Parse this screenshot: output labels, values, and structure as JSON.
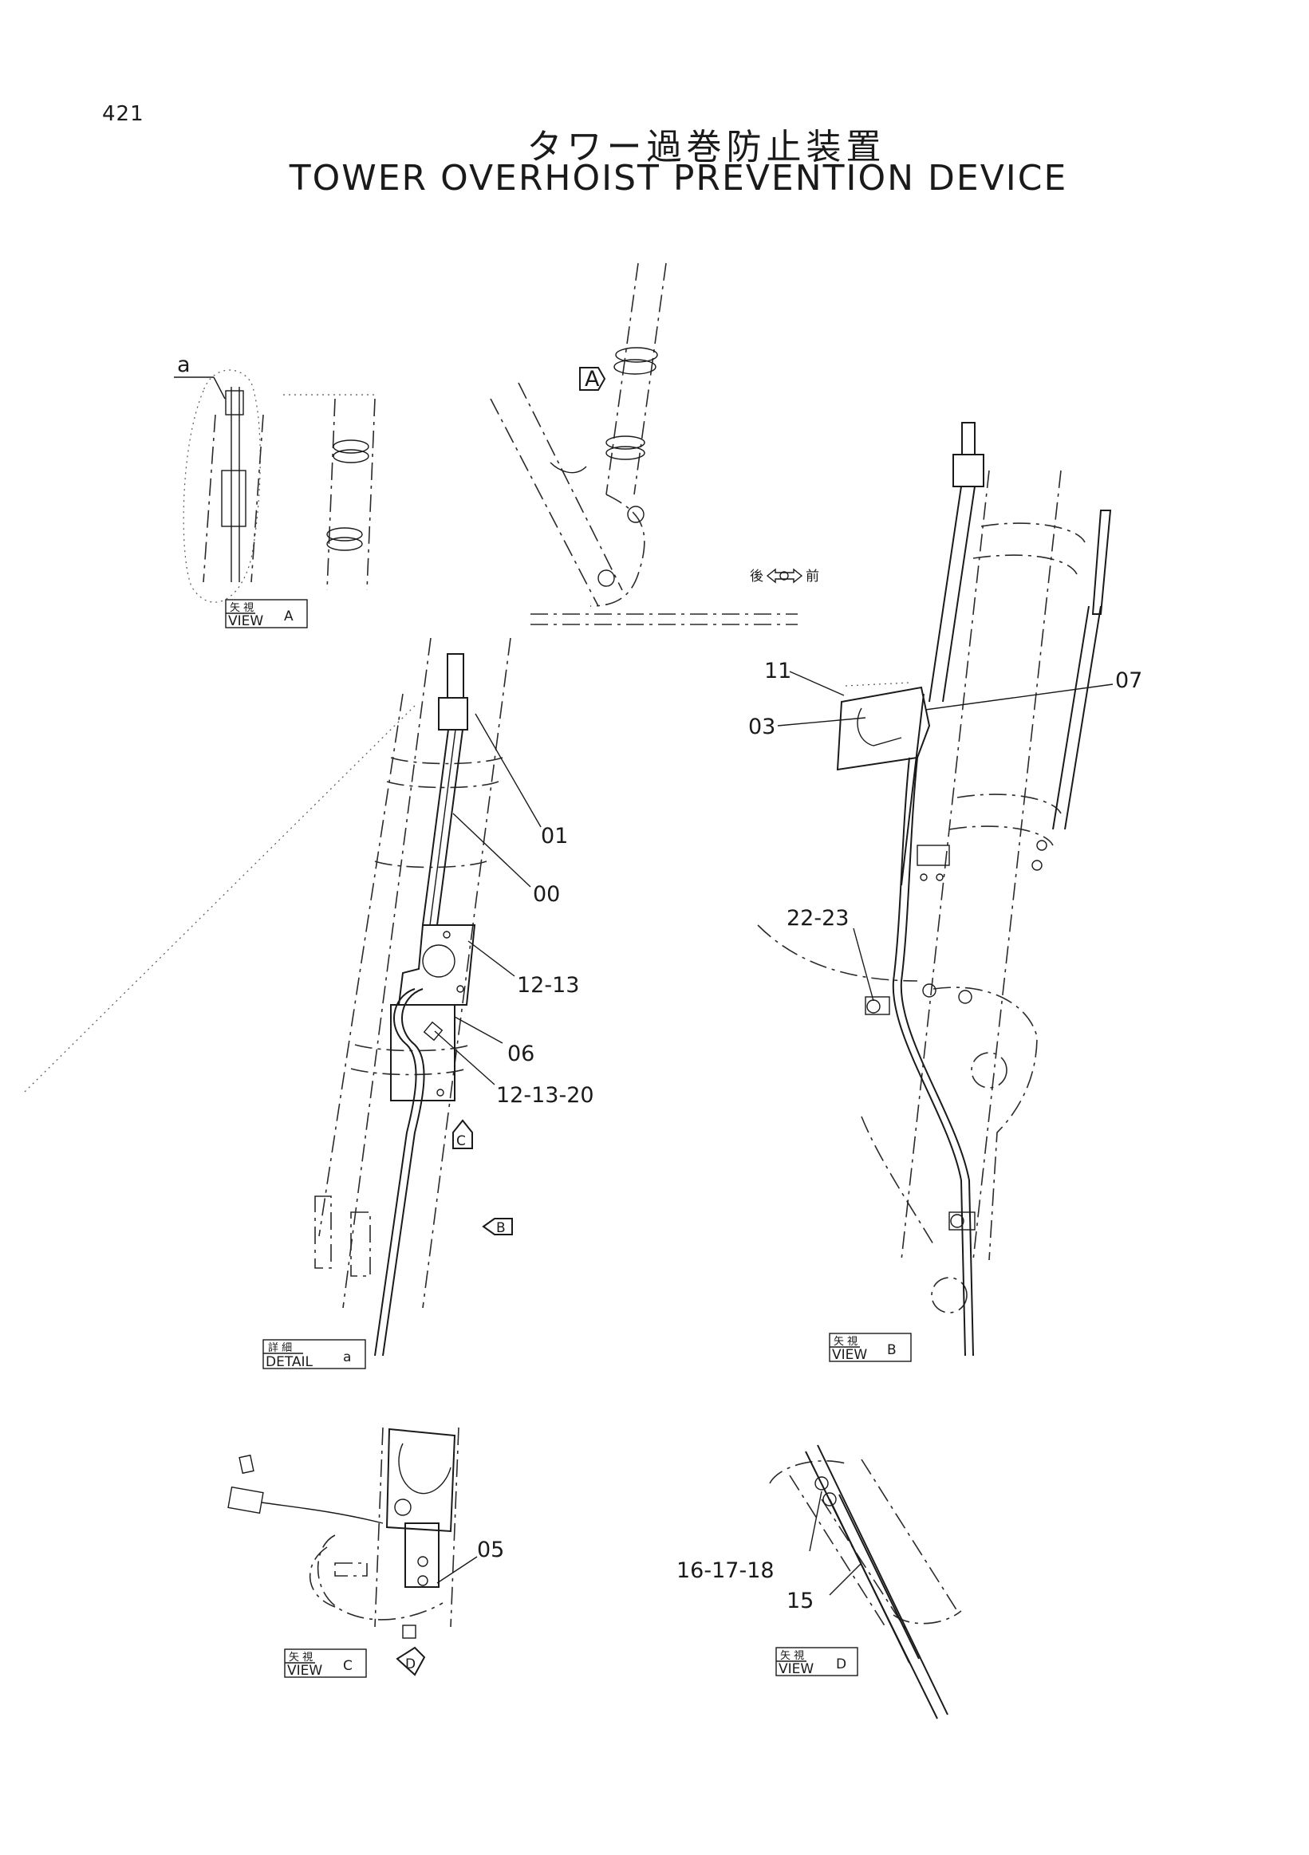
{
  "page_number": "421",
  "title_jp": "タワー過巻防止装置",
  "title_en": "TOWER OVERHOIST PREVENTION DEVICE",
  "direction_indicator": {
    "rear": "後",
    "front": "前"
  },
  "callouts": {
    "c00": "00",
    "c01": "01",
    "c03": "03",
    "c05": "05",
    "c06": "06",
    "c07": "07",
    "c11": "11",
    "c15": "15",
    "c12_13": "12-13",
    "c12_13_20": "12-13-20",
    "c16_17_18": "16-17-18",
    "c22_23": "22-23"
  },
  "detail_marker": "a",
  "arrow_markers": {
    "a": "A",
    "b": "B",
    "c": "C",
    "d": "D"
  },
  "view_boxes": {
    "view_a": {
      "jp": "矢 視",
      "en": "VIEW",
      "id": "A"
    },
    "detail_a": {
      "jp": "詳 細",
      "en": "DETAIL",
      "id": "a"
    },
    "view_b": {
      "jp": "矢 視",
      "en": "VIEW",
      "id": "B"
    },
    "view_c": {
      "jp": "矢 視",
      "en": "VIEW",
      "id": "C"
    },
    "view_d": {
      "jp": "矢 視",
      "en": "VIEW",
      "id": "D"
    }
  }
}
